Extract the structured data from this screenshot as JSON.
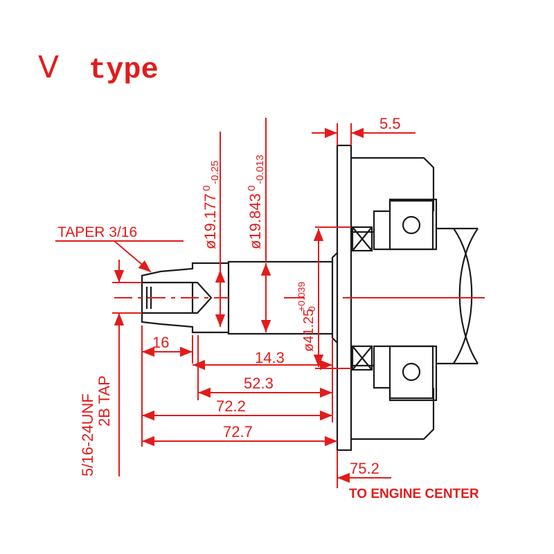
{
  "title": {
    "prefix": "V",
    "word": "type"
  },
  "dimensions": {
    "flange_thickness": "5.5",
    "taper": "TAPER 3/16",
    "dia_1": "ø19.177",
    "dia_1_tol": "0",
    "dia_1_tol_lower": "-0.25",
    "dia_2": "ø19.843",
    "dia_2_tol": "0",
    "dia_2_tol_lower": "-0.013",
    "dia_3": "ø41.25",
    "dia_3_tol_upper": "+0.039",
    "dia_3_tol_lower": "0",
    "len_16": "16",
    "len_14_3": "14.3",
    "len_52_3": "52.3",
    "len_72_2": "72.2",
    "len_72_7": "72.7",
    "len_75_2": "75.2",
    "tap_line1": "5/16-24UNF",
    "tap_line2": "2B TAP",
    "engine_center": "TO ENGINE CENTER"
  },
  "colors": {
    "dimension": "#e31b1b",
    "outline": "#1a1a1a",
    "background": "#ffffff"
  }
}
